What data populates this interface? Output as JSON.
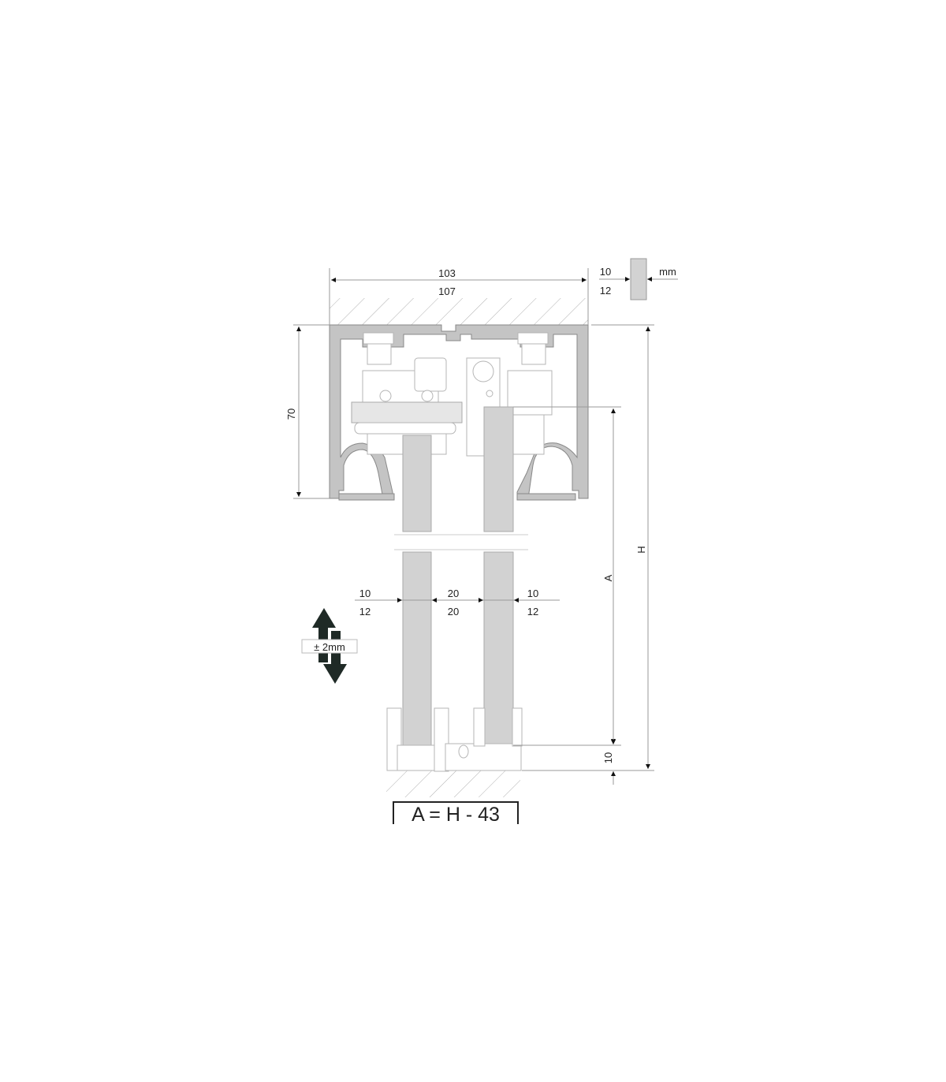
{
  "dimensions": {
    "track_width_a": "103",
    "track_width_b": "107",
    "track_height": "70",
    "total_height": "H",
    "panel_height": "A",
    "bottom_clearance": "10",
    "glass_thickness": {
      "a": "10",
      "b": "12",
      "unit": "mm"
    },
    "gap_left": {
      "a": "10",
      "b": "12"
    },
    "gap_middle": {
      "a": "20",
      "b": "20"
    },
    "gap_right": {
      "a": "10",
      "b": "12"
    }
  },
  "adjustment": {
    "label": "± 2mm",
    "icon": "up-down-arrow-icon"
  },
  "formula": "A = H - 43",
  "colors": {
    "profile": "#c4c4c4",
    "glass": "#d2d2d2",
    "arrow": "#1f2a26"
  }
}
